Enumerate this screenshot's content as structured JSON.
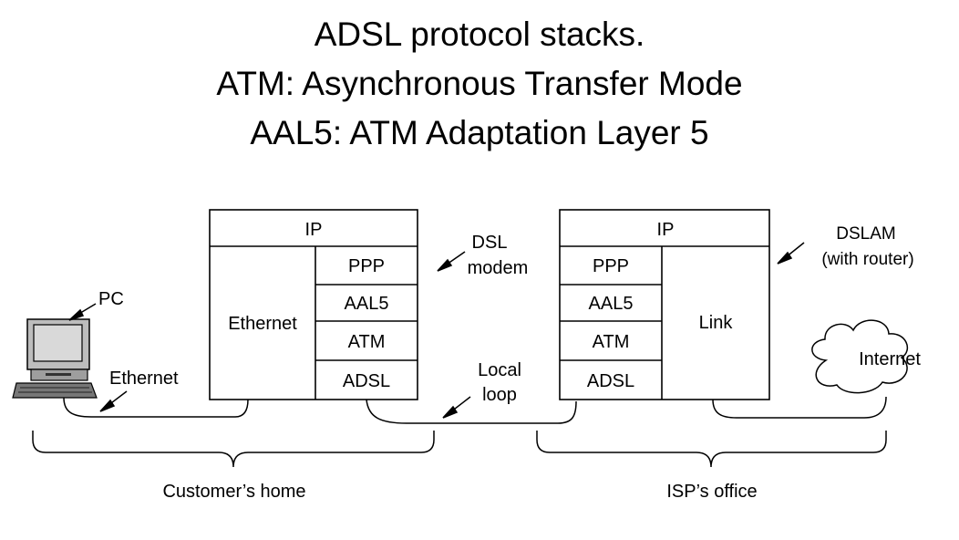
{
  "title": {
    "line1": "ADSL protocol stacks.",
    "line2": "ATM: Asynchronous Transfer Mode",
    "line3": "AAL5: ATM Adaptation Layer 5"
  },
  "customer_stack": {
    "top": "IP",
    "left": "Ethernet",
    "right": [
      "PPP",
      "AAL5",
      "ATM",
      "ADSL"
    ]
  },
  "isp_stack": {
    "top": "IP",
    "left": [
      "PPP",
      "AAL5",
      "ATM",
      "ADSL"
    ],
    "right": "Link"
  },
  "labels": {
    "pc": "PC",
    "ethernet": "Ethernet",
    "dsl_modem": [
      "DSL",
      "modem"
    ],
    "local_loop": [
      "Local",
      "loop"
    ],
    "dslam": [
      "DSLAM",
      "(with router)"
    ],
    "internet": "Internet",
    "customers_home": "Customer’s home",
    "isps_office": "ISP’s office"
  }
}
